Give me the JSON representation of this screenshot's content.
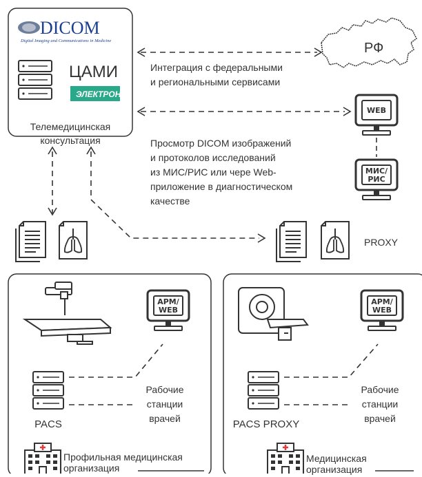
{
  "logos": {
    "dicom_name": "DICOM",
    "dicom_tagline": "Digital Imaging and Communications in Medicine",
    "cami_label": "ЦАМИ",
    "elektron_label": "ЭЛЕКТРОН"
  },
  "telemed_box": {
    "caption_line1": "Телемедицинская",
    "caption_line2": "консультация"
  },
  "federal": {
    "map_label": "РФ",
    "text_line1": "Интеграция с федеральными",
    "text_line2": "и региональными сервисами"
  },
  "viewing": {
    "web_monitor_label": "WEB",
    "mis_monitor_line1": "МИС/",
    "mis_monitor_line2": "РИС",
    "text_line1": "Просмотр DICOM изображений",
    "text_line2": "и протоколов исследований",
    "text_line3": "из МИС/РИС или чере Web-",
    "text_line4": "приложение в диагностическом",
    "text_line5": "качестве"
  },
  "proxy_label": "PROXY",
  "left_org": {
    "arm_line1": "АРМ/",
    "arm_line2": "WEB",
    "server_label": "PACS",
    "workstations_line1": "Рабочие",
    "workstations_line2": "станции",
    "workstations_line3": "врачей",
    "org_line1": "Профильная медицинская",
    "org_line2": "организация"
  },
  "right_org": {
    "arm_line1": "АРМ/",
    "arm_line2": "WEB",
    "server_label": "PACS PROXY",
    "workstations_line1": "Рабочие",
    "workstations_line2": "станции",
    "workstations_line3": "врачей",
    "org_line1": "Медицинская",
    "org_line2": "организация"
  },
  "colors": {
    "stroke": "#333333",
    "dicom_blue": "#1b3f8f",
    "elektron_green": "#2aa88a",
    "hospital_red": "#e23b3b"
  }
}
